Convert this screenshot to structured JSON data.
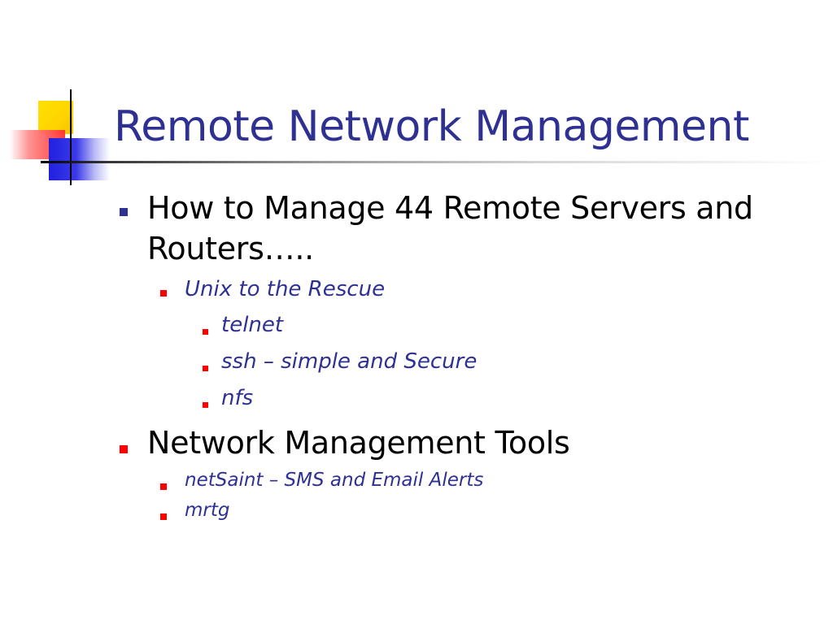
{
  "slide": {
    "title": "Remote Network Management",
    "colors": {
      "title": "#2e3192",
      "subtext": "#2e3192",
      "bullet_blue": "#2e3192",
      "bullet_red": "#ff0000",
      "logo_yellow": "#ffd400",
      "logo_red": "#ff3030",
      "logo_blue": "#2020e0"
    },
    "bullets": [
      {
        "text_line1": "How to Manage 44 Remote Servers and",
        "text_line2": "Routers…..",
        "children": [
          {
            "text": "Unix to the Rescue",
            "children": [
              {
                "text": "telnet"
              },
              {
                "text": "ssh – simple and Secure"
              },
              {
                "text": "nfs"
              }
            ]
          }
        ]
      },
      {
        "text": "Network Management Tools",
        "children": [
          {
            "text": "netSaint – SMS and Email Alerts"
          },
          {
            "text": "mrtg"
          }
        ]
      }
    ]
  }
}
